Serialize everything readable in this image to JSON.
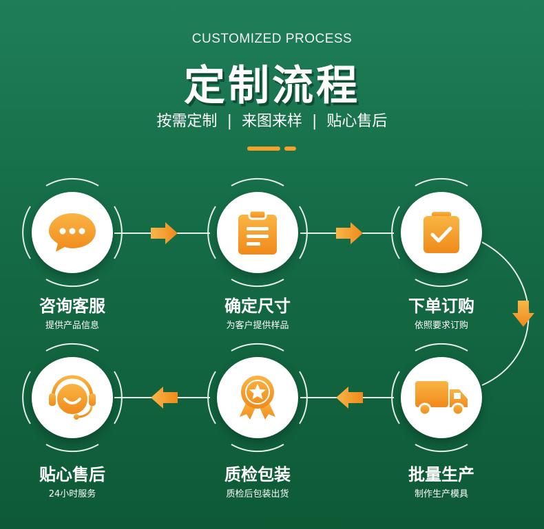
{
  "header": {
    "subtitle_en": "CUSTOMIZED PROCESS",
    "title": "定制流程",
    "tagline": [
      "按需定制",
      "来图来样",
      "贴心售后"
    ],
    "separator": "|"
  },
  "steps": [
    {
      "title": "咨询客服",
      "subtitle": "提供产品信息",
      "icon": "chat-bubble-icon"
    },
    {
      "title": "确定尺寸",
      "subtitle": "为客户提供样品",
      "icon": "clipboard-icon"
    },
    {
      "title": "下单订购",
      "subtitle": "依照要求订购",
      "icon": "checklist-icon"
    },
    {
      "title": "批量生产",
      "subtitle": "制作生产模具",
      "icon": "truck-icon"
    },
    {
      "title": "质检包装",
      "subtitle": "质检后包装出货",
      "icon": "award-badge-icon"
    },
    {
      "title": "贴心售后",
      "subtitle": "24小时服务",
      "icon": "headset-smile-icon"
    }
  ],
  "colors": {
    "accent": "#f5a128",
    "background_top": "#1f7e58",
    "background_bottom": "#0e5a36"
  }
}
